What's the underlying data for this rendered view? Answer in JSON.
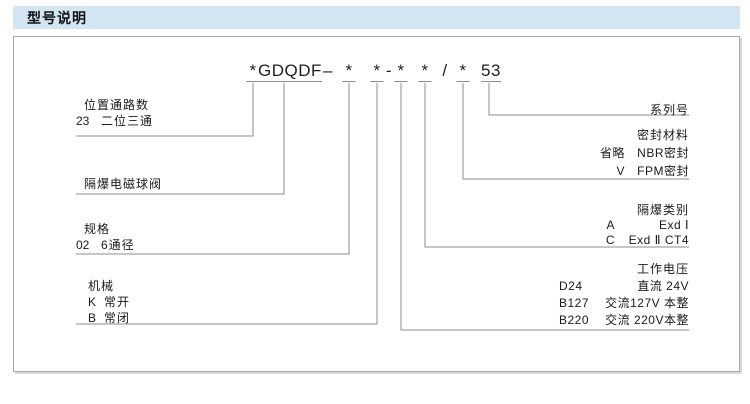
{
  "header": {
    "title": "型号说明"
  },
  "model": {
    "parts": [
      "*",
      "GDQDF",
      "–",
      "*",
      "*",
      "-",
      "*",
      "*",
      "/",
      "*",
      "53"
    ]
  },
  "left_sections": [
    {
      "title": "位置通路数",
      "rows": [
        {
          "code": "23",
          "desc": "二位三通"
        }
      ]
    },
    {
      "title": "隔爆电磁球阀",
      "rows": []
    },
    {
      "title": "规格",
      "rows": [
        {
          "code": "02",
          "desc": "6通径"
        }
      ]
    },
    {
      "title": "机械",
      "rows": [
        {
          "code": "K",
          "desc": "常开"
        },
        {
          "code": "B",
          "desc": "常闭"
        }
      ]
    }
  ],
  "right_sections": [
    {
      "title": "系列号",
      "rows": []
    },
    {
      "title": "密封材料",
      "rows": [
        {
          "code": "省略",
          "desc": "NBR密封"
        },
        {
          "code": "V",
          "desc": "FPM密封"
        }
      ]
    },
    {
      "title": "隔爆类别",
      "rows": [
        {
          "code": "A",
          "desc": "Exd Ⅰ"
        },
        {
          "code": "C",
          "desc": "Exd Ⅱ CT4"
        }
      ]
    },
    {
      "title": "工作电压",
      "rows": [
        {
          "code": "D24",
          "desc": "直流 24V"
        },
        {
          "code": "B127",
          "desc": "交流127V 本整"
        },
        {
          "code": "B220",
          "desc": "交流 220V本整"
        }
      ]
    }
  ],
  "colors": {
    "header_bg": "#d2e5f3",
    "line": "#8c8c8c",
    "text": "#1a1a1a",
    "box_border": "#a8a8a8"
  }
}
